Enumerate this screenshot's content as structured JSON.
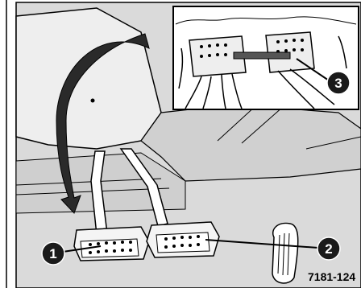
{
  "figure": {
    "callouts": [
      {
        "label": "1",
        "target": "brake-pedal-connector"
      },
      {
        "label": "2",
        "target": "accelerator-pedal-connector"
      },
      {
        "label": "3",
        "target": "wiring-harness-plug"
      }
    ],
    "reference_code": "7181-124",
    "colors": {
      "background": "#dadada",
      "panel": "#ebebeb",
      "ink": "#000000",
      "callout_fill": "#1a1a1a",
      "arrow": "#2a2a2a",
      "inset_bg": "#ffffff"
    }
  }
}
